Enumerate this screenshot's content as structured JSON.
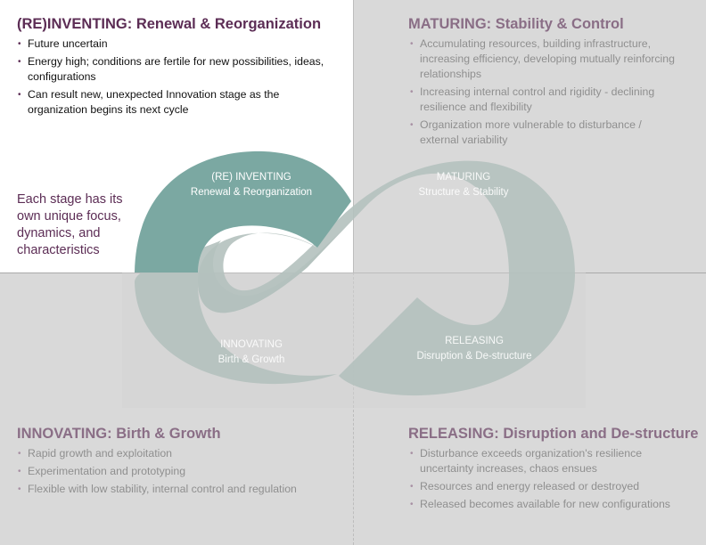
{
  "colors": {
    "reinventing_band": "#7ba8a2",
    "loop_gray": "#b4c1be",
    "title_dark": "#5c2d55",
    "title_muted": "#8a6e86",
    "text_muted": "#8f8f8f"
  },
  "quadrants": {
    "reinventing": {
      "title": "(RE)INVENTING: Renewal & Reorganization",
      "bullets": [
        "Future uncertain",
        "Energy high; conditions are fertile for new possibilities, ideas, configurations",
        "Can result new, unexpected Innovation stage as the organization begins its next cycle"
      ]
    },
    "maturing": {
      "title": "MATURING: Stability & Control",
      "bullets": [
        "Accumulating resources, building infrastructure, increasing efficiency, developing mutually reinforcing relationships",
        "Increasing internal control and rigidity -  declining resilience and flexibility",
        "Organization more vulnerable to disturbance / external variability"
      ]
    },
    "innovating": {
      "title": "INNOVATING: Birth & Growth",
      "bullets": [
        "Rapid growth and exploitation",
        "Experimentation and prototyping",
        "Flexible with low stability, internal control and regulation"
      ]
    },
    "releasing": {
      "title": "RELEASING: Disruption and De-structure",
      "bullets": [
        "Disturbance exceeds organization's resilience uncertainty increases, chaos ensues",
        "Resources and energy released or destroyed",
        "Released becomes available for new configurations"
      ]
    }
  },
  "side_note": "Each stage has its own unique focus, dynamics, and characteristics",
  "loop": {
    "reinventing": {
      "name": "(RE) INVENTING",
      "sub": "Renewal & Reorganization"
    },
    "maturing": {
      "name": "MATURING",
      "sub": "Structure & Stability"
    },
    "innovating": {
      "name": "INNOVATING",
      "sub": "Birth & Growth"
    },
    "releasing": {
      "name": "RELEASING",
      "sub": "Disruption & De-structure"
    }
  }
}
